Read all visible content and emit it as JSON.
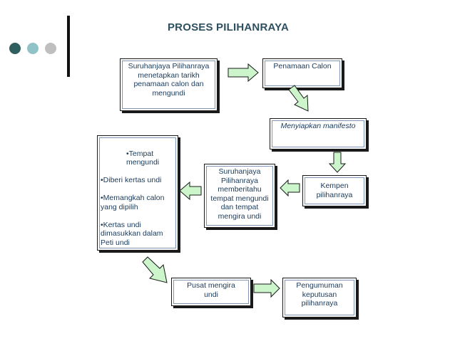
{
  "title": "PROSES PILIHANRAYA",
  "colors": {
    "dot_dark": "#2f5f5f",
    "dot_mid": "#8fc3c8",
    "dot_light": "#bfbfbf",
    "arrow_fill": "#ccf5cc",
    "arrow_stroke": "#1a1a1a"
  },
  "boxes": {
    "suruhanjaya_tarikh": "Suruhanjaya Pilihanraya\nmenetapkan tarikh\npenamaan  calon  dan\nmengundi",
    "penamaan_calon": "Penamaan Calon",
    "menyiapkan_manifesto": "Menyiapkan manifesto",
    "kempen": "Kempen\npilihanraya",
    "suruhanjaya_memberitahu": "Suruhanjaya\nPilihanraya\nmemberitahu\ntempat mengundi\ndan tempat\nmengira undi",
    "tempat_mengundi_list": {
      "item1": "•Tempat\nmengundi",
      "item2": "•Diberi kertas undi",
      "item3": "•Memangkah calon\nyang dipilih",
      "item4": "•Kertas undi\ndimasukkan dalam\nPeti undi"
    },
    "pusat_mengira": "Pusat mengira\nundi",
    "pengumuman": "Pengumuman\nkeputusan\npilihanraya"
  },
  "arrows": [
    "arrow-right-to-penamaan",
    "arrow-diagonal-to-manifesto",
    "arrow-down-to-kempen",
    "arrow-left-to-memberitahu",
    "arrow-left-to-list",
    "arrow-diagonal-to-pusat",
    "arrow-right-to-pengumuman"
  ]
}
